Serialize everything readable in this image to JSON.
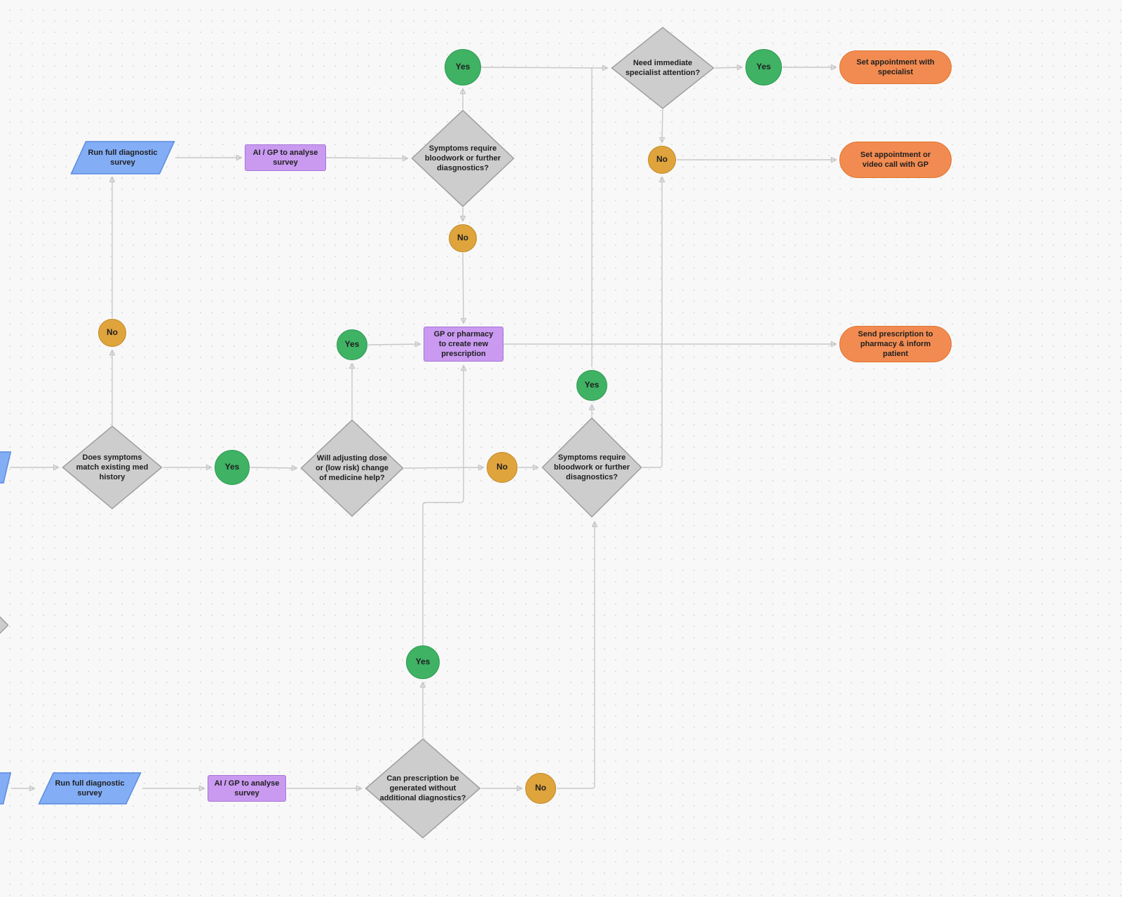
{
  "canvas": {
    "background": "#f8f8f8",
    "dot_color": "#e1e1e1"
  },
  "colors": {
    "decision_fill": "#cdcdcd",
    "decision_stroke": "#9e9e9e",
    "yes_fill": "#3fb264",
    "no_fill": "#dfa43c",
    "process_fill": "#c99af0",
    "terminal_fill": "#f28b51",
    "input_fill": "#83aef6",
    "connector": "#c7c7c7"
  },
  "nodes": {
    "run_survey_top": {
      "type": "input",
      "label": "Run full diagnostic survey"
    },
    "analyse_survey_top": {
      "type": "process",
      "label": "AI / GP to analyse survey"
    },
    "symptoms_bloodwork_top": {
      "type": "decision",
      "label": "Symptoms require bloodwork or further diasgnostics?"
    },
    "yes_top": {
      "type": "connector",
      "label": "Yes"
    },
    "need_specialist": {
      "type": "decision",
      "label": "Need immediate specialist attention?"
    },
    "yes_specialist": {
      "type": "connector",
      "label": "Yes"
    },
    "set_appointment_specialist": {
      "type": "terminal",
      "label": "Set appointment with specialist"
    },
    "no_specialist": {
      "type": "connector",
      "label": "No"
    },
    "set_appointment_gp": {
      "type": "terminal",
      "label": "Set appointment or video call with GP"
    },
    "no_bloodwork_top": {
      "type": "connector",
      "label": "No"
    },
    "create_prescription": {
      "type": "process",
      "label": "GP or pharmacy to create new prescription"
    },
    "yes_adjust": {
      "type": "connector",
      "label": "Yes"
    },
    "send_prescription": {
      "type": "terminal",
      "label": "Send prescription to pharmacy & inform patient"
    },
    "yes_bloodwork_mid": {
      "type": "connector",
      "label": "Yes"
    },
    "no_history": {
      "type": "connector",
      "label": "No"
    },
    "match_history": {
      "type": "decision",
      "label": "Does symptoms match existing med history"
    },
    "yes_history": {
      "type": "connector",
      "label": "Yes"
    },
    "adjust_dose": {
      "type": "decision",
      "label": "Will adjusting dose or (low risk) change of medicine help?"
    },
    "no_adjust": {
      "type": "connector",
      "label": "No"
    },
    "symptoms_bloodwork_mid": {
      "type": "decision",
      "label": "Symptoms require bloodwork or further disagnostics?"
    },
    "yes_prescription": {
      "type": "connector",
      "label": "Yes"
    },
    "can_generate_prescription": {
      "type": "decision",
      "label": "Can prescription be generated without additional diagnostics?"
    },
    "no_prescription": {
      "type": "connector",
      "label": "No"
    },
    "run_survey_bottom": {
      "type": "input",
      "label": "Run full diagnostic survey"
    },
    "analyse_survey_bottom": {
      "type": "process",
      "label": "AI / GP to analyse survey"
    }
  },
  "edges": [
    {
      "from": "run_survey_top",
      "to": "analyse_survey_top"
    },
    {
      "from": "analyse_survey_top",
      "to": "symptoms_bloodwork_top"
    },
    {
      "from": "symptoms_bloodwork_top",
      "to": "yes_top"
    },
    {
      "from": "yes_top",
      "to": "need_specialist"
    },
    {
      "from": "yes_bloodwork_mid",
      "to": "need_specialist"
    },
    {
      "from": "need_specialist",
      "to": "yes_specialist"
    },
    {
      "from": "yes_specialist",
      "to": "set_appointment_specialist"
    },
    {
      "from": "need_specialist",
      "to": "no_specialist"
    },
    {
      "from": "no_specialist",
      "to": "set_appointment_gp"
    },
    {
      "from": "symptoms_bloodwork_top",
      "to": "no_bloodwork_top"
    },
    {
      "from": "no_bloodwork_top",
      "to": "create_prescription"
    },
    {
      "from": "yes_adjust",
      "to": "create_prescription"
    },
    {
      "from": "create_prescription",
      "to": "send_prescription"
    },
    {
      "from": "offscreen_input_mid",
      "to": "match_history"
    },
    {
      "from": "match_history",
      "to": "no_history"
    },
    {
      "from": "no_history",
      "to": "run_survey_top"
    },
    {
      "from": "match_history",
      "to": "yes_history"
    },
    {
      "from": "yes_history",
      "to": "adjust_dose"
    },
    {
      "from": "adjust_dose",
      "to": "yes_adjust"
    },
    {
      "from": "adjust_dose",
      "to": "no_adjust"
    },
    {
      "from": "no_adjust",
      "to": "symptoms_bloodwork_mid"
    },
    {
      "from": "symptoms_bloodwork_mid",
      "to": "yes_bloodwork_mid"
    },
    {
      "from": "symptoms_bloodwork_mid",
      "to": "no_specialist"
    },
    {
      "from": "offscreen_input_bottom",
      "to": "run_survey_bottom"
    },
    {
      "from": "run_survey_bottom",
      "to": "analyse_survey_bottom"
    },
    {
      "from": "analyse_survey_bottom",
      "to": "can_generate_prescription"
    },
    {
      "from": "can_generate_prescription",
      "to": "yes_prescription"
    },
    {
      "from": "yes_prescription",
      "to": "create_prescription"
    },
    {
      "from": "can_generate_prescription",
      "to": "no_prescription"
    },
    {
      "from": "no_prescription",
      "to": "symptoms_bloodwork_mid"
    }
  ]
}
